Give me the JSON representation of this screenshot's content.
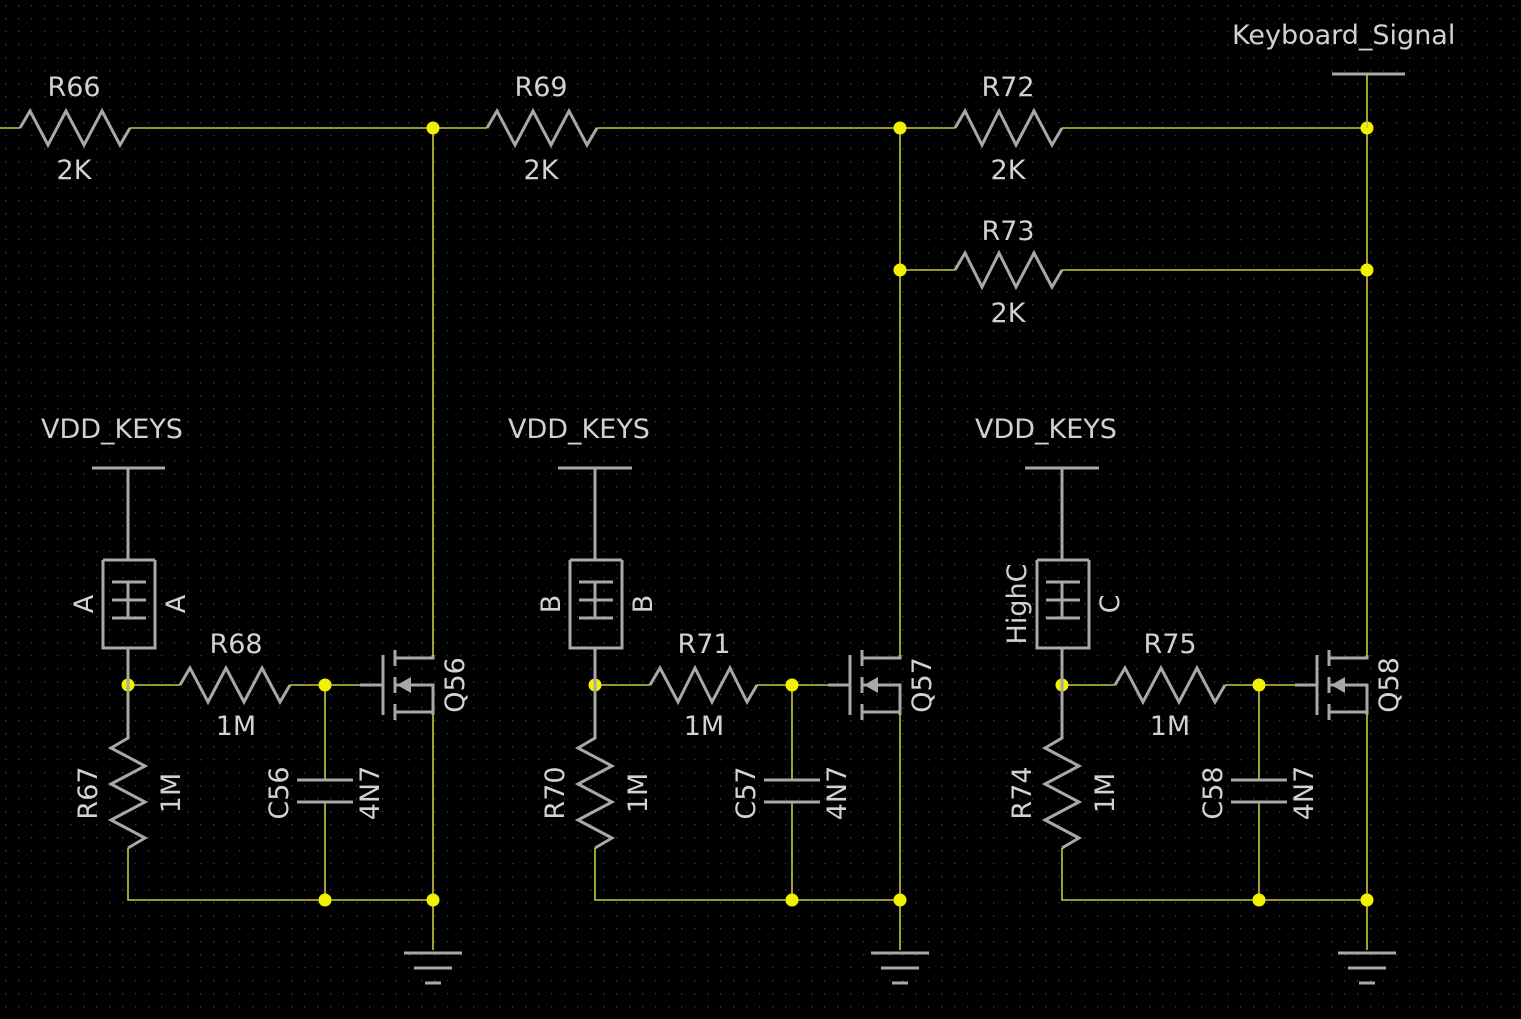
{
  "colors": {
    "background": "#000000",
    "wire": "#c8c83a",
    "junction": "#f2f200",
    "part": "#a8a8a8",
    "text": "#d2d2d2",
    "grid": "#3a3a3a"
  },
  "nets": {
    "output_port": "Keyboard_Signal",
    "power_1": "VDD_KEYS",
    "power_2": "VDD_KEYS",
    "power_3": "VDD_KEYS"
  },
  "components": {
    "R66": {
      "ref": "R66",
      "value": "2K"
    },
    "R69": {
      "ref": "R69",
      "value": "2K"
    },
    "R72": {
      "ref": "R72",
      "value": "2K"
    },
    "R73": {
      "ref": "R73",
      "value": "2K"
    },
    "R67": {
      "ref": "R67",
      "value": "1M"
    },
    "R68": {
      "ref": "R68",
      "value": "1M"
    },
    "R70": {
      "ref": "R70",
      "value": "1M"
    },
    "R71": {
      "ref": "R71",
      "value": "1M"
    },
    "R74": {
      "ref": "R74",
      "value": "1M"
    },
    "R75": {
      "ref": "R75",
      "value": "1M"
    },
    "C56": {
      "ref": "C56",
      "value": "4N7"
    },
    "C57": {
      "ref": "C57",
      "value": "4N7"
    },
    "C58": {
      "ref": "C58",
      "value": "4N7"
    },
    "Q56": {
      "ref": "Q56"
    },
    "Q57": {
      "ref": "Q57"
    },
    "Q58": {
      "ref": "Q58"
    },
    "S1": {
      "ref": "A",
      "value": "A"
    },
    "S2": {
      "ref": "B",
      "value": "B"
    },
    "S3": {
      "ref": "HighC",
      "value": "C"
    }
  }
}
